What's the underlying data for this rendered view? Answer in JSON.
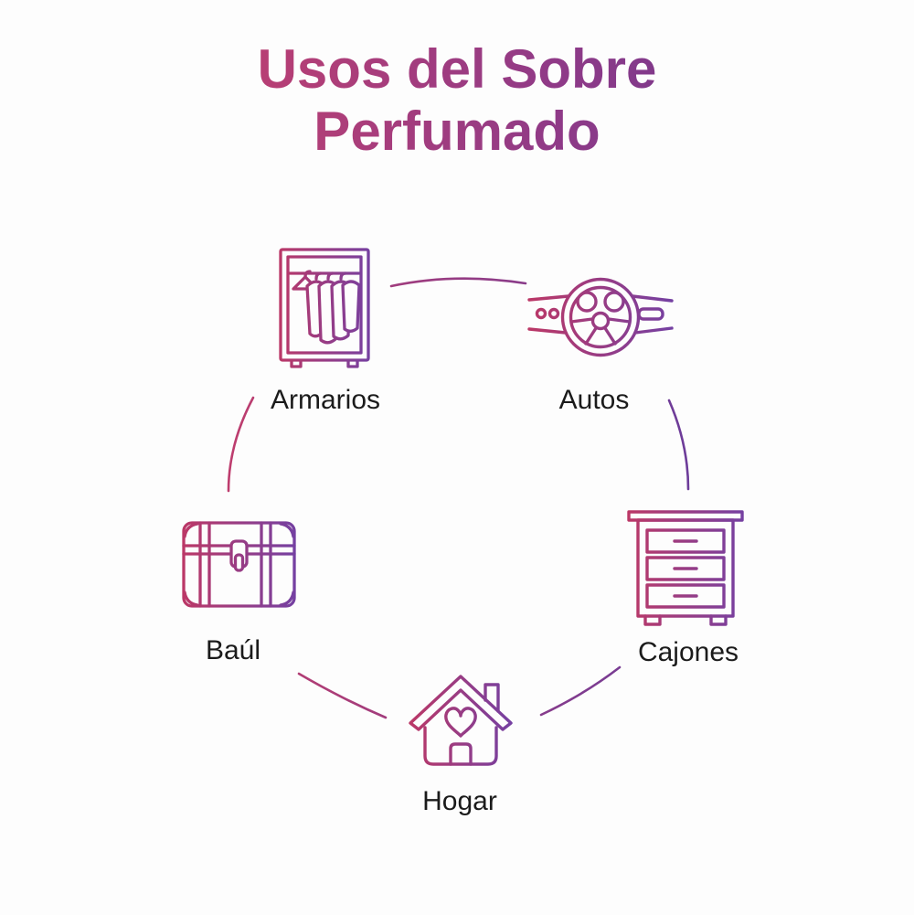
{
  "title": {
    "line1": "Usos del Sobre",
    "line2": "Perfumado",
    "full": "Usos del Sobre Perfumado"
  },
  "items": [
    {
      "id": "armarios",
      "label": "Armarios",
      "icon": "wardrobe-icon"
    },
    {
      "id": "autos",
      "label": "Autos",
      "icon": "steering-wheel-icon"
    },
    {
      "id": "cajones",
      "label": "Cajones",
      "icon": "drawers-icon"
    },
    {
      "id": "hogar",
      "label": "Hogar",
      "icon": "house-heart-icon"
    },
    {
      "id": "baul",
      "label": "Baúl",
      "icon": "trunk-icon"
    }
  ],
  "colors": {
    "background": "#fdfdfd",
    "label_text": "#1b1b1b",
    "title_gradient_start": "#c8507a",
    "title_gradient_end": "#5d3791",
    "icon_gradient_start": "#bc3866",
    "icon_gradient_end": "#7440a2",
    "arc_gradient_start": "#c13d6c",
    "arc_gradient_end": "#6a3c9b"
  },
  "layout_hint": "five icons arranged in a circle connected by thin arcs"
}
